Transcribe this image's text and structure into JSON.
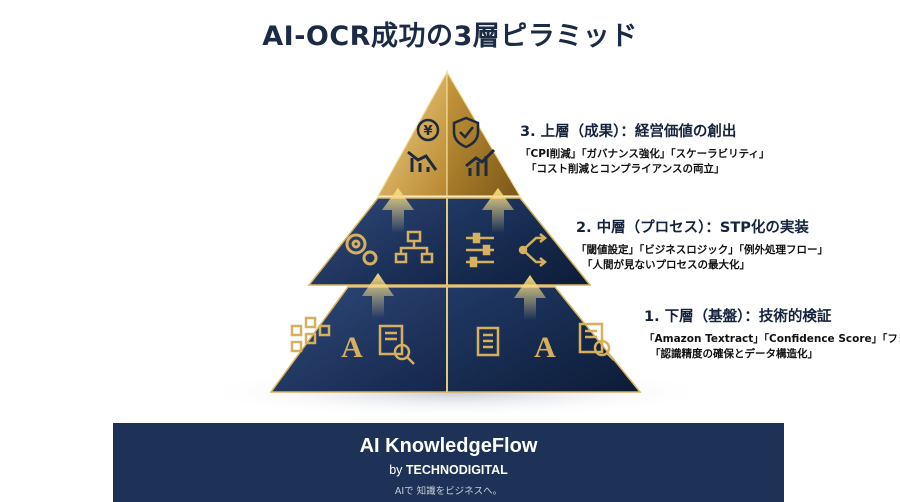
{
  "title": "AI-OCR成功の3層ピラミッド",
  "tiers": [
    {
      "heading": "3. 上層（成果）：経営価値の創出",
      "lines": [
        "「CPI削減」「ガバナンス強化」「スケーラビリティ」",
        "「コスト削減とコンプライアンスの両立」"
      ],
      "icons": [
        "yen-coin-icon",
        "shield-check-icon",
        "chart-down-icon",
        "chart-up-icon"
      ]
    },
    {
      "heading": "2. 中層（プロセス）：STP化の実装",
      "lines": [
        "「閾値設定」「ビジネスロジック」「例外処理フロー」",
        "「人間が見ないプロセスの最大化」"
      ],
      "icons": [
        "gears-icon",
        "flowchart-icon",
        "sliders-icon",
        "branch-icon"
      ]
    },
    {
      "heading": "1. 下層（基盤）：技術的検証",
      "lines": [
        "「Amazon Textract」「Confidence Score」「フォーマット対",
        "「認識精度の確保とデータ構造化」"
      ],
      "icons": [
        "network-nodes-icon",
        "letter-a-icon",
        "document-search-icon",
        "document-list-icon",
        "letter-a-icon",
        "document-search-icon"
      ]
    }
  ],
  "footer": {
    "brand": "AI KnowledgeFlow",
    "by_prefix": "by ",
    "by_company": "TECHNODIGITAL",
    "tagline": "AIで 知識をビジネスへ。"
  },
  "colors": {
    "navy": "#1e3156",
    "gold": "#d9b25a",
    "title": "#1c2b45"
  }
}
